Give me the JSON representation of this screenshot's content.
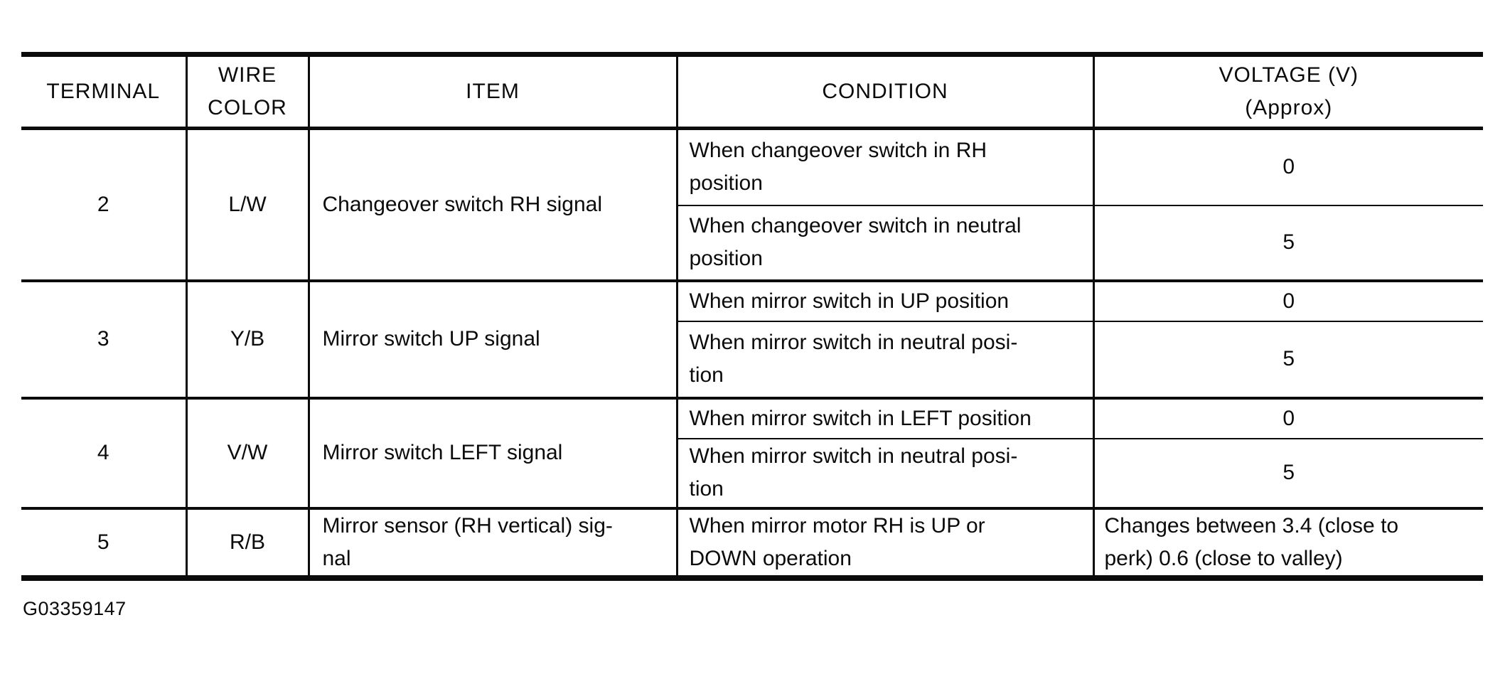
{
  "document": {
    "figure_id": "G03359147"
  },
  "table": {
    "headers": {
      "terminal": "TERMINAL",
      "wire_color": "WIRE\nCOLOR",
      "item": "ITEM",
      "condition": "CONDITION",
      "voltage": "VOLTAGE (V)\n(Approx)"
    },
    "rows": [
      {
        "terminal": "2",
        "wire_color": "L/W",
        "item": "Changeover switch RH signal",
        "conditions": [
          {
            "condition": "When changeover switch in RH\nposition",
            "voltage": "0"
          },
          {
            "condition": "When changeover switch in neutral\nposition",
            "voltage": "5"
          }
        ]
      },
      {
        "terminal": "3",
        "wire_color": "Y/B",
        "item": "Mirror switch UP signal",
        "conditions": [
          {
            "condition": "When mirror switch in UP position",
            "voltage": "0"
          },
          {
            "condition": "When mirror switch in neutral posi-\ntion",
            "voltage": "5"
          }
        ]
      },
      {
        "terminal": "4",
        "wire_color": "V/W",
        "item": "Mirror switch LEFT signal",
        "conditions": [
          {
            "condition": "When mirror switch in LEFT position",
            "voltage": "0"
          },
          {
            "condition": "When mirror switch in neutral posi-\ntion",
            "voltage": "5"
          }
        ]
      },
      {
        "terminal": "5",
        "wire_color": "R/B",
        "item": "Mirror sensor (RH vertical) sig-\nnal",
        "conditions": [
          {
            "condition": "When mirror motor RH is UP or\nDOWN operation",
            "voltage": "Changes between 3.4 (close to\nperk) 0.6 (close to valley)"
          }
        ]
      }
    ]
  }
}
